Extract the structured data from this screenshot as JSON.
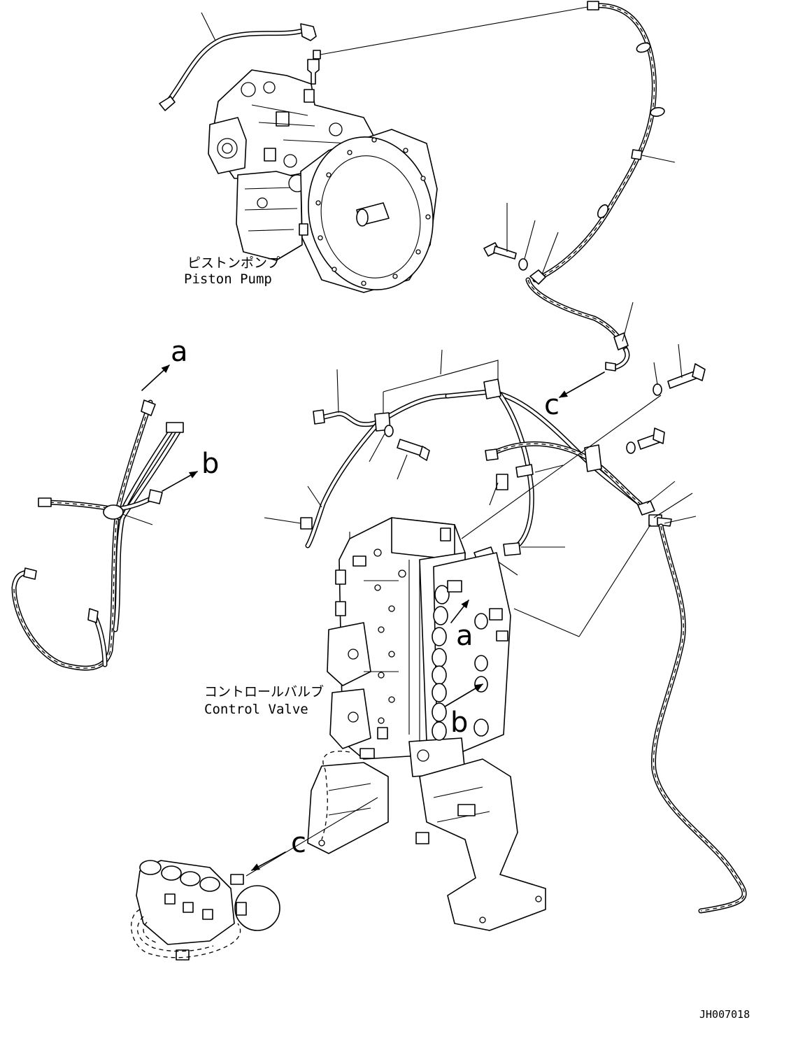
{
  "labels": {
    "piston_pump_ja": "ピストンポンプ",
    "piston_pump_en": "Piston Pump",
    "control_valve_ja": "コントロールバルブ",
    "control_valve_en": "Control Valve",
    "ref_a": "a",
    "ref_b": "b",
    "ref_c": "c"
  },
  "drawing_code": "JH007018"
}
